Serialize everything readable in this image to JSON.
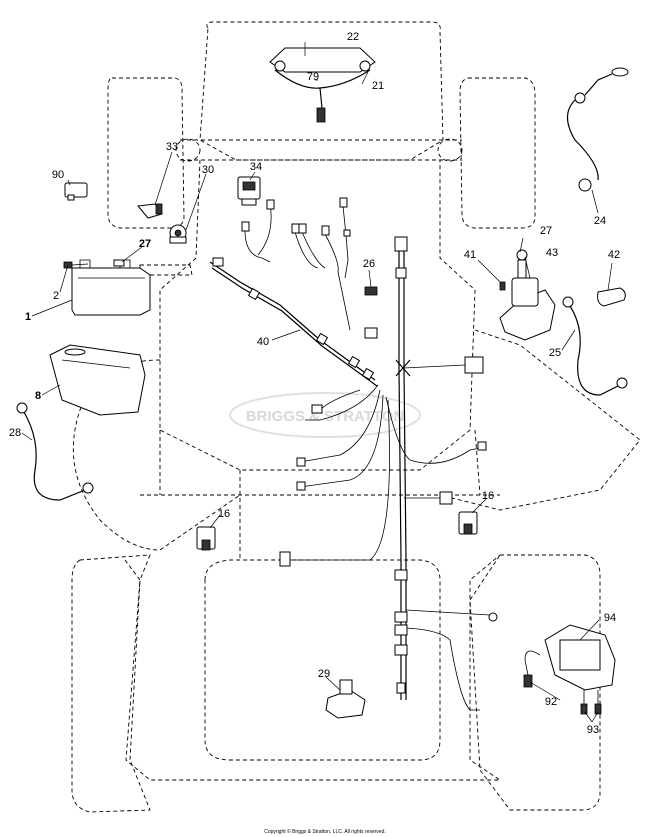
{
  "watermark": "BRIGGS & STRATTON",
  "copyright": "Copyright © Briggs & Stratton, LLC. All rights reserved.",
  "callouts": {
    "c22": "22",
    "c79": "79",
    "c21": "21",
    "c24": "24",
    "c90": "90",
    "c33": "33",
    "c30": "30",
    "c34": "34",
    "c27a": "27",
    "c27b": "27",
    "c41": "41",
    "c43": "43",
    "c42": "42",
    "c2": "2",
    "c1": "1",
    "c26": "26",
    "c40": "40",
    "c25": "25",
    "c8": "8",
    "c28": "28",
    "c16a": "16",
    "c16b": "16",
    "c94": "94",
    "c29": "29",
    "c92": "92",
    "c93": "93"
  }
}
